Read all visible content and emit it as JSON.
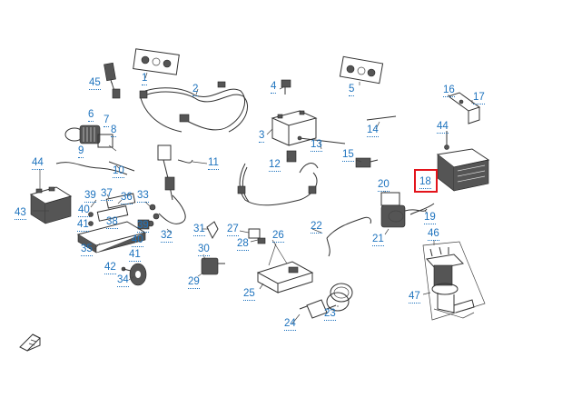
{
  "diagram": {
    "callouts": [
      "1",
      "2",
      "3",
      "4",
      "5",
      "6",
      "7",
      "8",
      "9",
      "10",
      "11",
      "12",
      "13",
      "14",
      "15",
      "16",
      "17",
      "18",
      "19",
      "20",
      "21",
      "22",
      "23",
      "24",
      "25",
      "26",
      "27",
      "28",
      "29",
      "30",
      "31",
      "32",
      "33",
      "34",
      "35",
      "36",
      "37",
      "38",
      "39",
      "39",
      "39",
      "40",
      "40",
      "40",
      "41",
      "41",
      "42",
      "43",
      "44",
      "44",
      "45",
      "46",
      "47"
    ],
    "highlighted_callout": "18",
    "highlight_color": "#e3141b",
    "callout_color": "#1e73be",
    "corner_icon": "pencil-note-icon"
  }
}
